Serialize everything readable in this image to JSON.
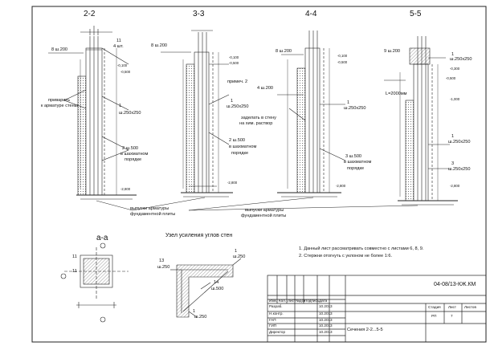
{
  "sections": [
    {
      "id": "2-2",
      "title": "2-2"
    },
    {
      "id": "3-3",
      "title": "3-3"
    },
    {
      "id": "4-4",
      "title": "4-4"
    },
    {
      "id": "5-5",
      "title": "5-5"
    },
    {
      "id": "a-a",
      "title": "а-а"
    }
  ],
  "node_title": "Узел усиления углов стен",
  "notes": [
    "1. Данный лист рассматривать совместно с листами 6, 8, 9.",
    "2. Стержни отогнуть с уклоном не более 1:6."
  ],
  "callouts": {
    "s22_dim_bar_top": "8 ш.200",
    "s22_count": "4 шт.",
    "s22_mark_11": "11",
    "s22_mark_1": "1",
    "s22_dia_1": "ш.250х250",
    "s22_weld_1": "приварить",
    "s22_weld_2": "к арматуре стены",
    "s22_mark_2": "2 ш.500",
    "s22_stagger_1": "в шахматном",
    "s22_stagger_2": "порядке",
    "s33_bar_top": "8 ш.200",
    "s33_note": "примеч. 2",
    "s33_mark_1": "1",
    "s33_dia_1": "ш.250х250",
    "s33_mark_2": "2 ш.500",
    "s33_stagger_1": "в шахматном",
    "s33_stagger_2": "порядке",
    "s44_bar_top": "8 ш.200",
    "s44_bar_left": "4 ш.200",
    "s44_seal_1": "заделать в стену",
    "s44_seal_2": "на хим. раствор",
    "s44_mark_1": "1",
    "s44_dia_1": "ш.250х250",
    "s44_mark_2": "3 ш.500",
    "s44_stagger_1": "в шахматном",
    "s44_stagger_2": "порядке",
    "s55_bar_top": "9 ш.200",
    "s55_mark_1": "1",
    "s55_dia_top": "ш.250х250",
    "s55_len": "L=2000мм",
    "s55_mark_1b": "1",
    "s55_dia_mid": "ш.250х250",
    "s55_mark_3": "3",
    "s55_dia_bot": "ш.250х250",
    "outlets_1": "выпуски арматуры",
    "outlets_2": "фундаментной плиты",
    "aa_11": "11",
    "aa_11b": "11",
    "node_13": "13",
    "node_13_dia": "ш.250",
    "node_1": "1",
    "node_1_dia": "ш.250",
    "node_14": "14",
    "node_14_dia": "ш.500",
    "node_1b": "1",
    "node_1b_dia": "ш.250"
  },
  "levels": {
    "l_0100": "-0,100",
    "l_0500": "-0,500",
    "l_1000": "-1,000",
    "l_2800": "-2,800",
    "l_0300": "-0,300"
  },
  "title_block": {
    "code": "04-08/13-КЖ.КМ",
    "header_cols": [
      "Изм.",
      "Кол.",
      "Лист",
      "№док",
      "Подпись",
      "Дата"
    ],
    "roles": [
      "Разраб.",
      "Н.контр.",
      "ГАП",
      "ГИП",
      "Директор"
    ],
    "dates": [
      "10.2013",
      "10.2013",
      "10.2013",
      "10.2013",
      "10.2013"
    ],
    "stage_header": "Стадия",
    "sheet_header": "Лист",
    "sheets_header": "Листов",
    "stage": "РП",
    "sheet_no": "7",
    "sheet_name": "Сечения 2-2...5-5"
  }
}
